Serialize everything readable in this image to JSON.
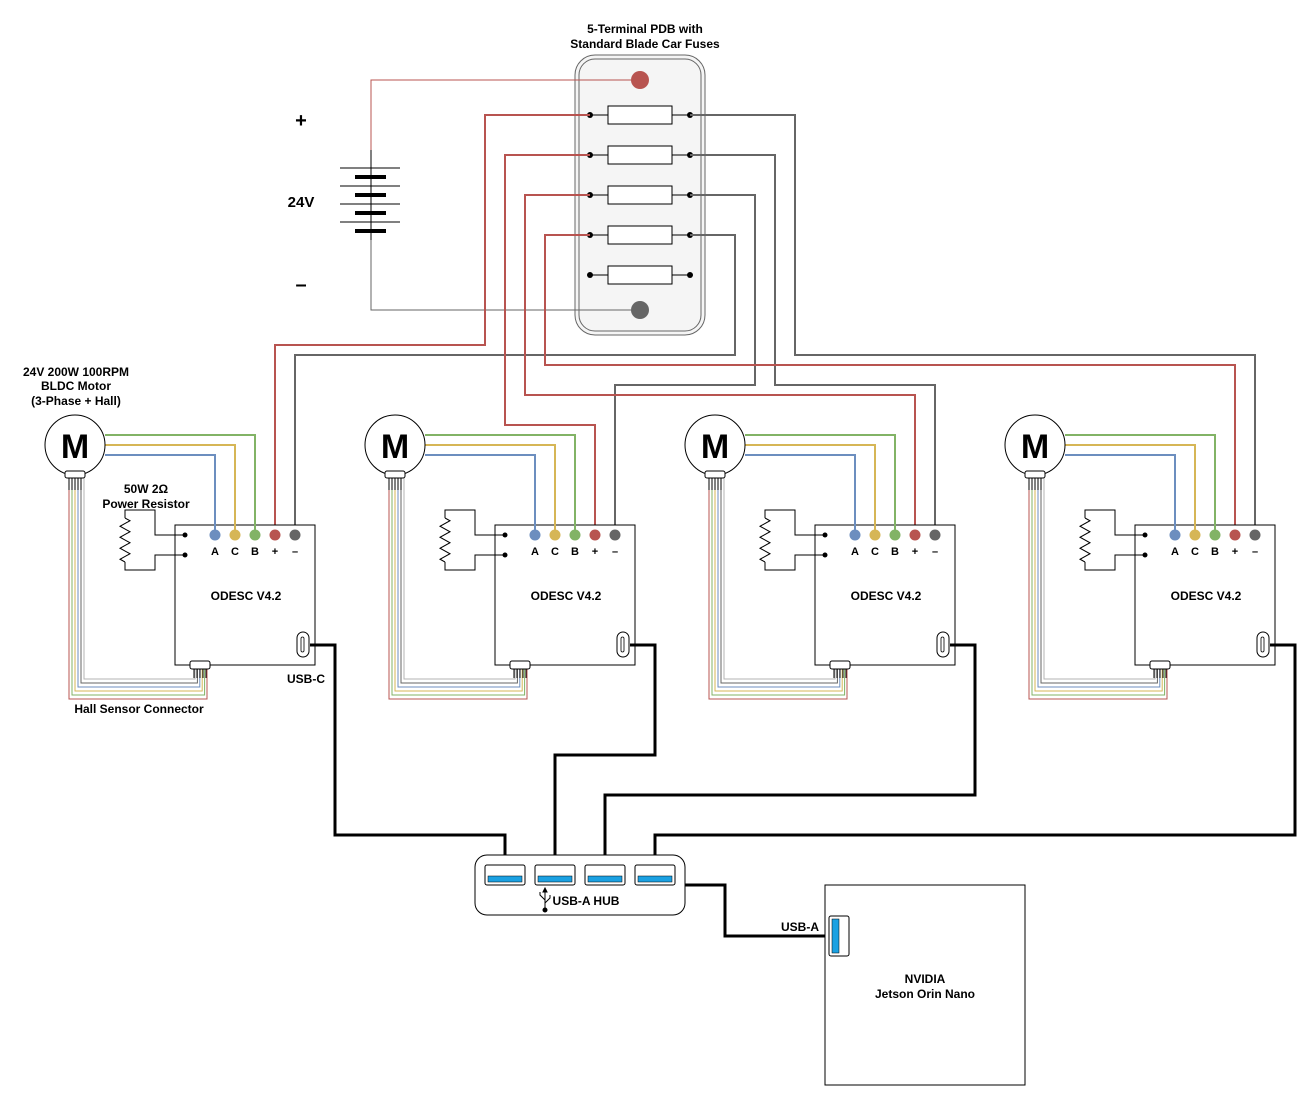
{
  "pdb": {
    "title_line1": "5-Terminal PDB with",
    "title_line2": "Standard Blade Car Fuses"
  },
  "battery": {
    "plus": "+",
    "voltage": "24V",
    "minus": "–"
  },
  "motor": {
    "label_line1": "24V 200W 100RPM",
    "label_line2": "BLDC Motor",
    "label_line3": "(3-Phase + Hall)",
    "symbol": "M"
  },
  "resistor": {
    "label_line1": "50W 2Ω",
    "label_line2": "Power Resistor"
  },
  "odesc": {
    "name": "ODESC V4.2",
    "terminals": [
      "A",
      "C",
      "B",
      "+",
      "–"
    ]
  },
  "labels": {
    "usb_c": "USB-C",
    "hall_connector": "Hall Sensor Connector",
    "usb_a": "USB-A"
  },
  "hub": {
    "label": "USB-A HUB",
    "port_count": 4
  },
  "jetson": {
    "line1": "NVIDIA",
    "line2": "Jetson Orin Nano"
  },
  "colors": {
    "phase_a": "#6c8ebf",
    "phase_c": "#d6b656",
    "phase_b": "#82b366",
    "positive": "#b85450",
    "negative": "#666666",
    "usb_port": "#1ba1e2",
    "pdb_fill": "#f5f5f5"
  }
}
